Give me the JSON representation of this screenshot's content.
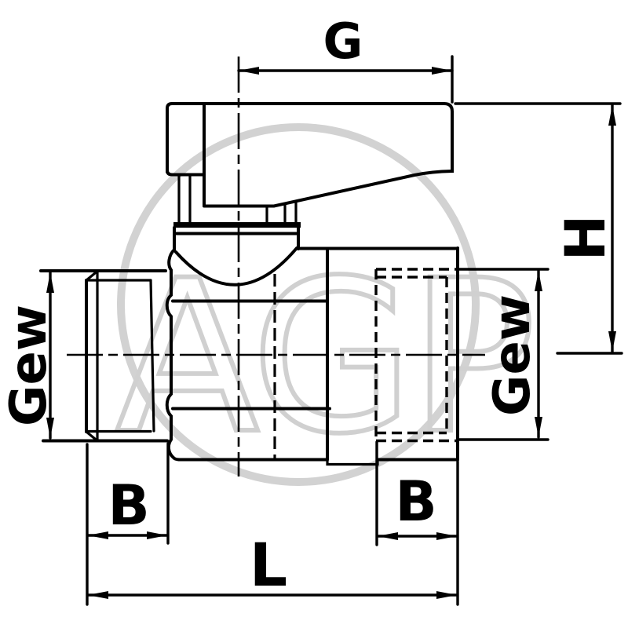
{
  "drawing": {
    "kind": "technical-dimension-drawing",
    "subject": "mini ball valve with lever handle, male thread left, female thread right",
    "labels": {
      "handle_width": "G",
      "overall_height": "H",
      "thread_left": "Gew",
      "thread_right": "Gew",
      "thread_length_left": "B",
      "thread_length_right": "B",
      "overall_length": "L"
    },
    "watermark": {
      "text": "AGP"
    },
    "colors": {
      "line": "#000000",
      "background": "#ffffff",
      "watermark": "#d2d2d2"
    }
  }
}
